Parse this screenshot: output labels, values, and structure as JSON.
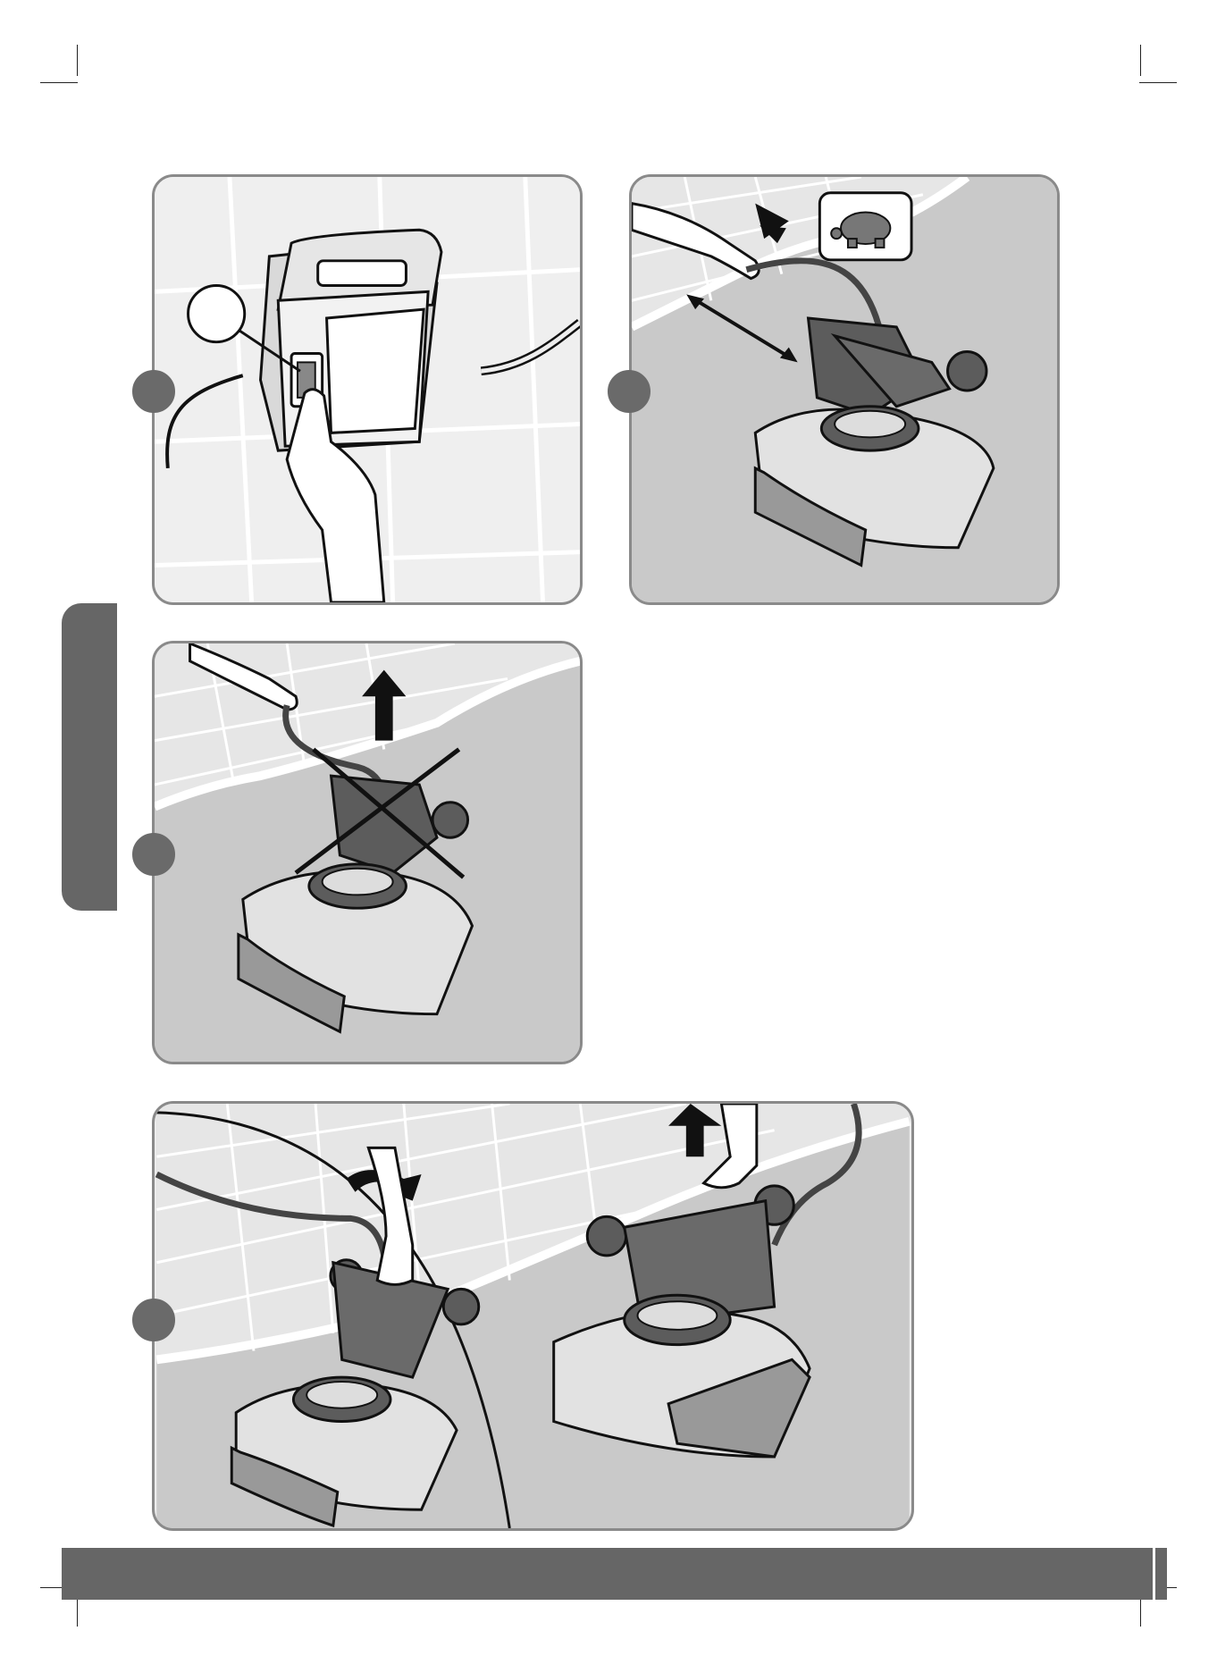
{
  "page": {
    "type": "instruction-illustration-page"
  },
  "steps": [
    {
      "id": "switch-on",
      "icons": [
        "power-supply-icon",
        "power-switch-icon",
        "hand-icon"
      ]
    },
    {
      "id": "cable-pull",
      "icons": [
        "turtle-icon",
        "up-arrow-icon",
        "double-arrow-icon",
        "robot-cleaner-icon"
      ]
    },
    {
      "id": "do-not-lift-by-cable",
      "icons": [
        "cross-mark-icon",
        "up-arrow-icon",
        "robot-cleaner-icon"
      ]
    },
    {
      "id": "lift-by-handle",
      "icons": [
        "rotate-arrow-icon",
        "up-arrow-icon",
        "robot-cleaner-icon"
      ]
    }
  ],
  "colors": {
    "panel_border": "#8a8a8a",
    "panel_light": "#ececec",
    "water": "#c9c9c9",
    "dark_accent": "#666666",
    "robot_body": "#e2e2e2",
    "robot_dark": "#5c5c5c"
  }
}
